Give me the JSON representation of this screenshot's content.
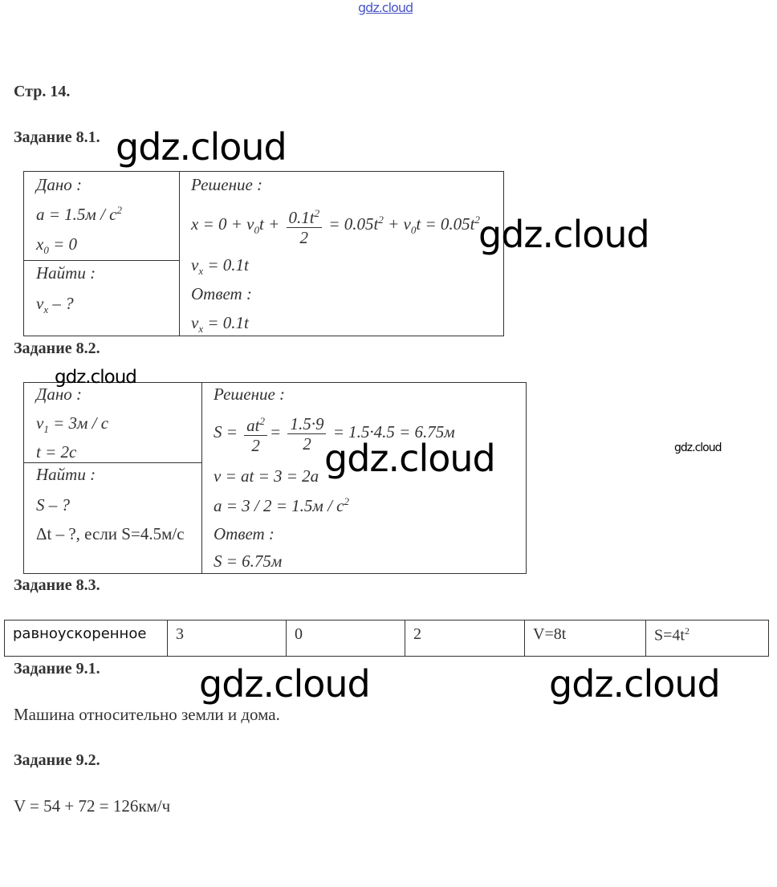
{
  "watermarks": {
    "top": "gdz.cloud",
    "main": "gdz.cloud"
  },
  "page_label": "Стр. 14.",
  "task_8_1": {
    "title": "Задание 8.1.",
    "given_label": "Дано :",
    "given": [
      "a = 1.5м / c",
      "x",
      "= 0"
    ],
    "find_label": "Найти :",
    "find": "v",
    "solution_label": "Решение :",
    "eq1_left": "x = 0 + v",
    "eq1_mid": "t +",
    "eq1_num": "0.1t",
    "eq1_den": "2",
    "eq1_right": "= 0.05t",
    "eq1_right2": "+ v",
    "eq1_right3": "t = 0.05t",
    "vx": "= 0.1t",
    "answer_label": "Ответ :",
    "answer": "= 0.1t"
  },
  "task_8_2": {
    "title": "Задание 8.2.",
    "given_label": "Дано :",
    "v1": "= 3м / с",
    "t": "t = 2c",
    "find_label": "Найти :",
    "find1": "S – ?",
    "find2": "Δt – ?, если S=4.5м/с",
    "solution_label": "Решение :",
    "s_left": "S =",
    "s_num1": "at",
    "s_den": "2",
    "s_num2": "1.5·9",
    "s_right": "= 1.5·4.5 = 6.75м",
    "v_eq": "v = at = 3 = 2a",
    "a_eq": "a = 3 / 2 = 1.5м / c",
    "answer_label": "Ответ :",
    "answer": "S = 6.75м"
  },
  "task_8_3": {
    "title": "Задание 8.3.",
    "cells": [
      "равноускоренное",
      "3",
      "0",
      "2",
      "V=8t",
      "S=4t"
    ]
  },
  "task_9_1": {
    "title": "Задание 9.1.",
    "text": "Машина относительно земли и дома."
  },
  "task_9_2": {
    "title": "Задание 9.2.",
    "text": "V = 54 + 72 = 126км/ч"
  }
}
